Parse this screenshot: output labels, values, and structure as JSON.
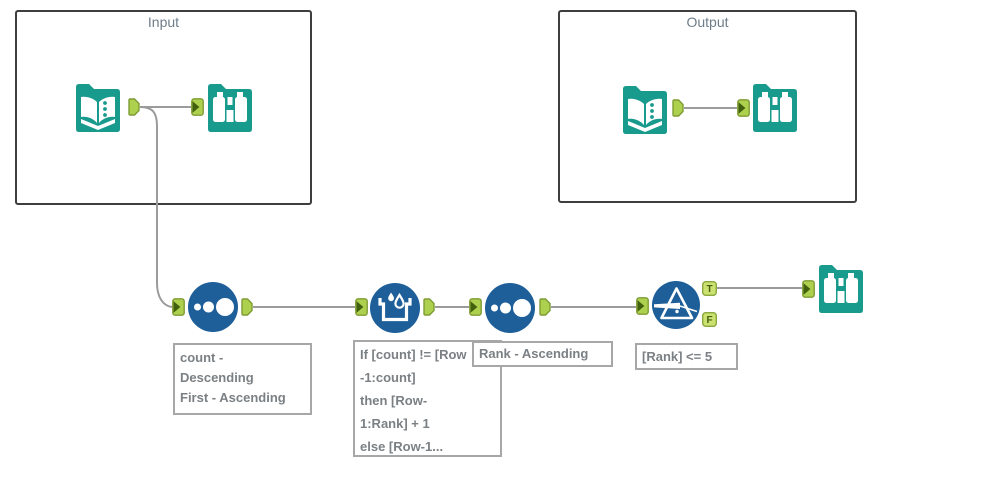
{
  "containers": {
    "input": {
      "label": "Input"
    },
    "output": {
      "label": "Output"
    }
  },
  "filter_tool": {
    "true_anchor": "T",
    "false_anchor": "F"
  },
  "annotations": {
    "sort_top": "count -\nDescending\nFirst - Ascending",
    "multi_row_formula": "If [count] != [Row\n-1:count]\nthen [Row-\n1:Rank] + 1\nelse [Row-1...",
    "sort_rank": "Rank - Ascending",
    "filter": "[Rank] <= 5"
  },
  "icons": {
    "input_data": "input-data-book-icon",
    "browse": "browse-binoculars-icon",
    "sort": "sort-dots-icon",
    "multi_row_formula": "multi-row-formula-beaker-icon",
    "filter": "filter-funnel-icon",
    "output_anchor": "output-anchor-icon",
    "input_anchor": "input-anchor-icon"
  },
  "colors": {
    "tool_teal": "#189a8d",
    "tool_blue": "#1e5f99",
    "anchor_green": "#aed04f",
    "anchor_green_border": "#7e9c33",
    "anchor_notch": "#42610e",
    "wire_gray": "#9b9b9b",
    "container_border": "#3e3e3e",
    "annotation_text": "#7b8084",
    "label_text": "#6e7d89"
  }
}
